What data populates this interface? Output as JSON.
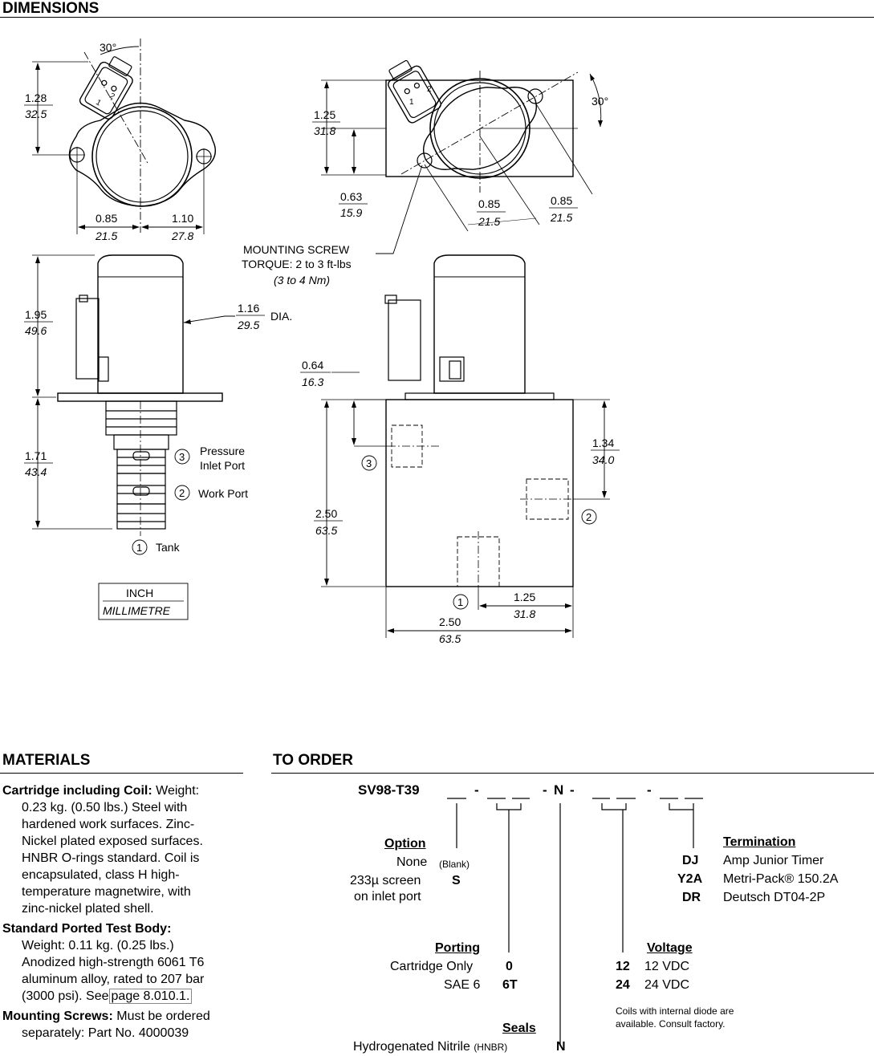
{
  "headings": {
    "dimensions": "DIMENSIONS",
    "materials": "MATERIALS",
    "to_order": "TO ORDER"
  },
  "dimensions": {
    "top_left": {
      "angle": "30°",
      "height_in": "1.28",
      "height_mm": "32.5",
      "left_in": "0.85",
      "left_mm": "21.5",
      "right_in": "1.10",
      "right_mm": "27.8",
      "conn_pin1": "1",
      "conn_pin2": "2"
    },
    "top_right": {
      "angle": "30°",
      "h1_in": "1.25",
      "h1_mm": "31.8",
      "h2_in": "0.63",
      "h2_mm": "15.9",
      "d1_in": "0.85",
      "d1_mm": "21.5",
      "d2_in": "0.85",
      "d2_mm": "21.5",
      "conn_pin1": "1",
      "conn_pin2": "2"
    },
    "mounting": {
      "line1": "MOUNTING SCREW",
      "line2": "TORQUE: 2 to 3 ft-lbs",
      "line3": "(3 to 4 Nm)"
    },
    "side_left": {
      "coil_in": "1.95",
      "coil_mm": "49.6",
      "dia_in": "1.16",
      "dia_mm": "29.5",
      "dia_label": "DIA.",
      "cart_in": "1.71",
      "cart_mm": "43.4",
      "port3_num": "3",
      "port3_line1": "Pressure",
      "port3_line2": "Inlet Port",
      "port2_num": "2",
      "port2_label": "Work Port",
      "port1_num": "1",
      "port1_label": "Tank"
    },
    "side_right": {
      "p3_in": "0.64",
      "p3_mm": "16.3",
      "p2_in": "1.34",
      "p2_mm": "34.0",
      "h_in": "2.50",
      "h_mm": "63.5",
      "p1_in": "1.25",
      "p1_mm": "31.8",
      "w_in": "2.50",
      "w_mm": "63.5",
      "port3": "3",
      "port2": "2",
      "port1": "1"
    },
    "legend": {
      "inch": "INCH",
      "mm": "MILLIMETRE"
    }
  },
  "materials": {
    "cartridge_bold": "Cartridge including Coil:",
    "cartridge_lines": [
      "Weight:",
      "0.23 kg. (0.50 lbs.) Steel with",
      "hardened work surfaces. Zinc-",
      "Nickel plated exposed surfaces.",
      "HNBR O-rings standard. Coil is",
      "encapsulated, class H high-",
      "temperature magnetwire, with",
      "zinc-nickel plated shell."
    ],
    "body_bold": "Standard Ported Test Body:",
    "body_lines": [
      "Weight: 0.11 kg. (0.25 lbs.)",
      "Anodized high-strength 6061 T6",
      "aluminum alloy, rated to 207 bar",
      "(3000 psi). See"
    ],
    "body_link": "page 8.010.1.",
    "screws_bold": "Mounting Screws:",
    "screws_line1": "Must be ordered",
    "screws_line2": "separately: Part No. 4000039"
  },
  "to_order": {
    "model_code": "SV98-T39",
    "dash": "-",
    "seal_code": "N",
    "option": {
      "header": "Option",
      "none_label": "None",
      "none_code": "(Blank)",
      "screen_line1": "233µ screen",
      "screen_line2": "on inlet port",
      "screen_code": "S"
    },
    "termination": {
      "header": "Termination",
      "items": [
        {
          "code": "DJ",
          "label": "Amp Junior Timer"
        },
        {
          "code": "Y2A",
          "label": "Metri-Pack® 150.2A"
        },
        {
          "code": "DR",
          "label": "Deutsch DT04-2P"
        }
      ]
    },
    "porting": {
      "header": "Porting",
      "items": [
        {
          "label": "Cartridge Only",
          "code": "0"
        },
        {
          "label": "SAE 6",
          "code": "6T"
        }
      ]
    },
    "voltage": {
      "header": "Voltage",
      "items": [
        {
          "code": "12",
          "label": "12 VDC"
        },
        {
          "code": "24",
          "label": "24 VDC"
        }
      ],
      "note1": "Coils with internal diode are",
      "note2": "available. Consult factory."
    },
    "seals": {
      "header": "Seals",
      "label": "Hydrogenated Nitrile",
      "label_abbr": "(HNBR)",
      "code": "N"
    }
  }
}
